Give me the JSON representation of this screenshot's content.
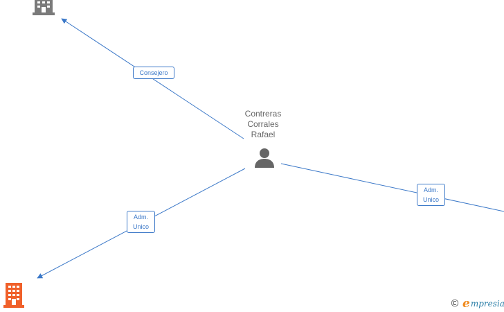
{
  "person": {
    "name_lines": [
      "Contreras",
      "Corrales",
      "Rafael"
    ],
    "icon": "person-icon"
  },
  "relations": [
    {
      "role_lines": [
        "Consejero"
      ],
      "target": "company-top-left"
    },
    {
      "role_lines": [
        "Adm.",
        "Unico"
      ],
      "target": "company-bottom-left"
    },
    {
      "role_lines": [
        "Adm.",
        "Unico"
      ],
      "target": "company-right-offscreen"
    }
  ],
  "companies": [
    {
      "id": "company-top-left",
      "icon": "building-icon",
      "color": "#7a7a7a"
    },
    {
      "id": "company-bottom-left",
      "icon": "building-icon",
      "color": "#f0602a"
    }
  ],
  "brand": {
    "copyright": "©",
    "logo_letter": "e",
    "logo_text": "mpresia"
  },
  "colors": {
    "edge": "#3b78c8",
    "label_text": "#3b78c8",
    "person": "#666666"
  }
}
